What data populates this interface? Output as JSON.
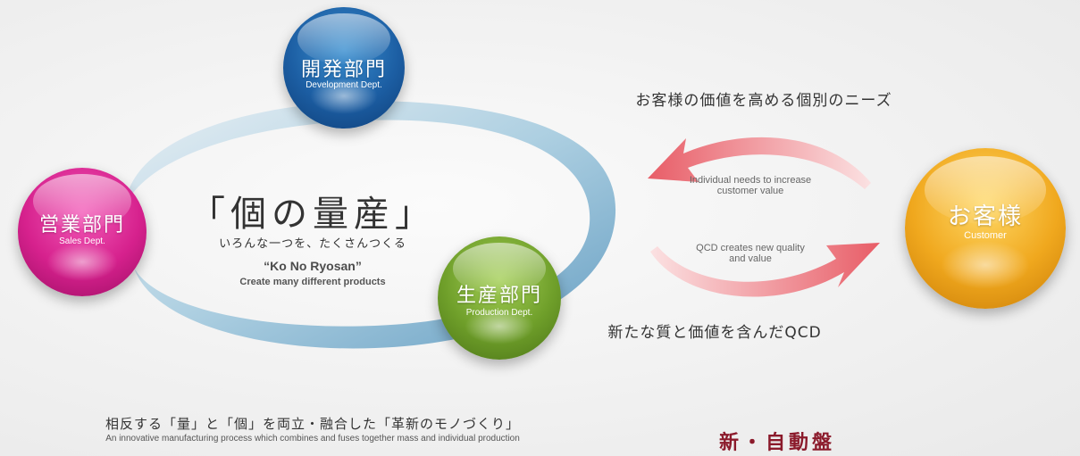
{
  "departments": {
    "development": {
      "jp": "開発部門",
      "en": "Development Dept."
    },
    "sales": {
      "jp": "営業部門",
      "en": "Sales Dept."
    },
    "production": {
      "jp": "生産部門",
      "en": "Production Dept."
    }
  },
  "customer": {
    "jp": "お客様",
    "en": "Customer"
  },
  "center": {
    "title": "「個の量産」",
    "subtitle": "いろんな一つを、たくさんつくる",
    "en_title": "“Ko No Ryosan”",
    "en_subtitle": "Create many different products"
  },
  "flows": {
    "needs_jp": "お客様の価値を高める個別のニーズ",
    "needs_en_line1": "Individual needs to increase",
    "needs_en_line2": "customer value",
    "qcd_jp": "新たな質と価値を含んだQCD",
    "qcd_en_line1": "QCD creates new quality",
    "qcd_en_line2": "and value"
  },
  "footer": {
    "jp": "相反する「量」と「個」を両立・融合した「革新のモノづくり」",
    "en": "An innovative manufacturing process which combines and fuses together mass and individual production",
    "brand": "新・自動盤"
  },
  "colors": {
    "development": "#1c5ea3",
    "sales": "#d6218d",
    "production": "#6f9f2a",
    "customer": "#f0a81e",
    "ring": "#6fa8cc",
    "arrow": "#e8636b",
    "brand": "#8b1a2b"
  }
}
